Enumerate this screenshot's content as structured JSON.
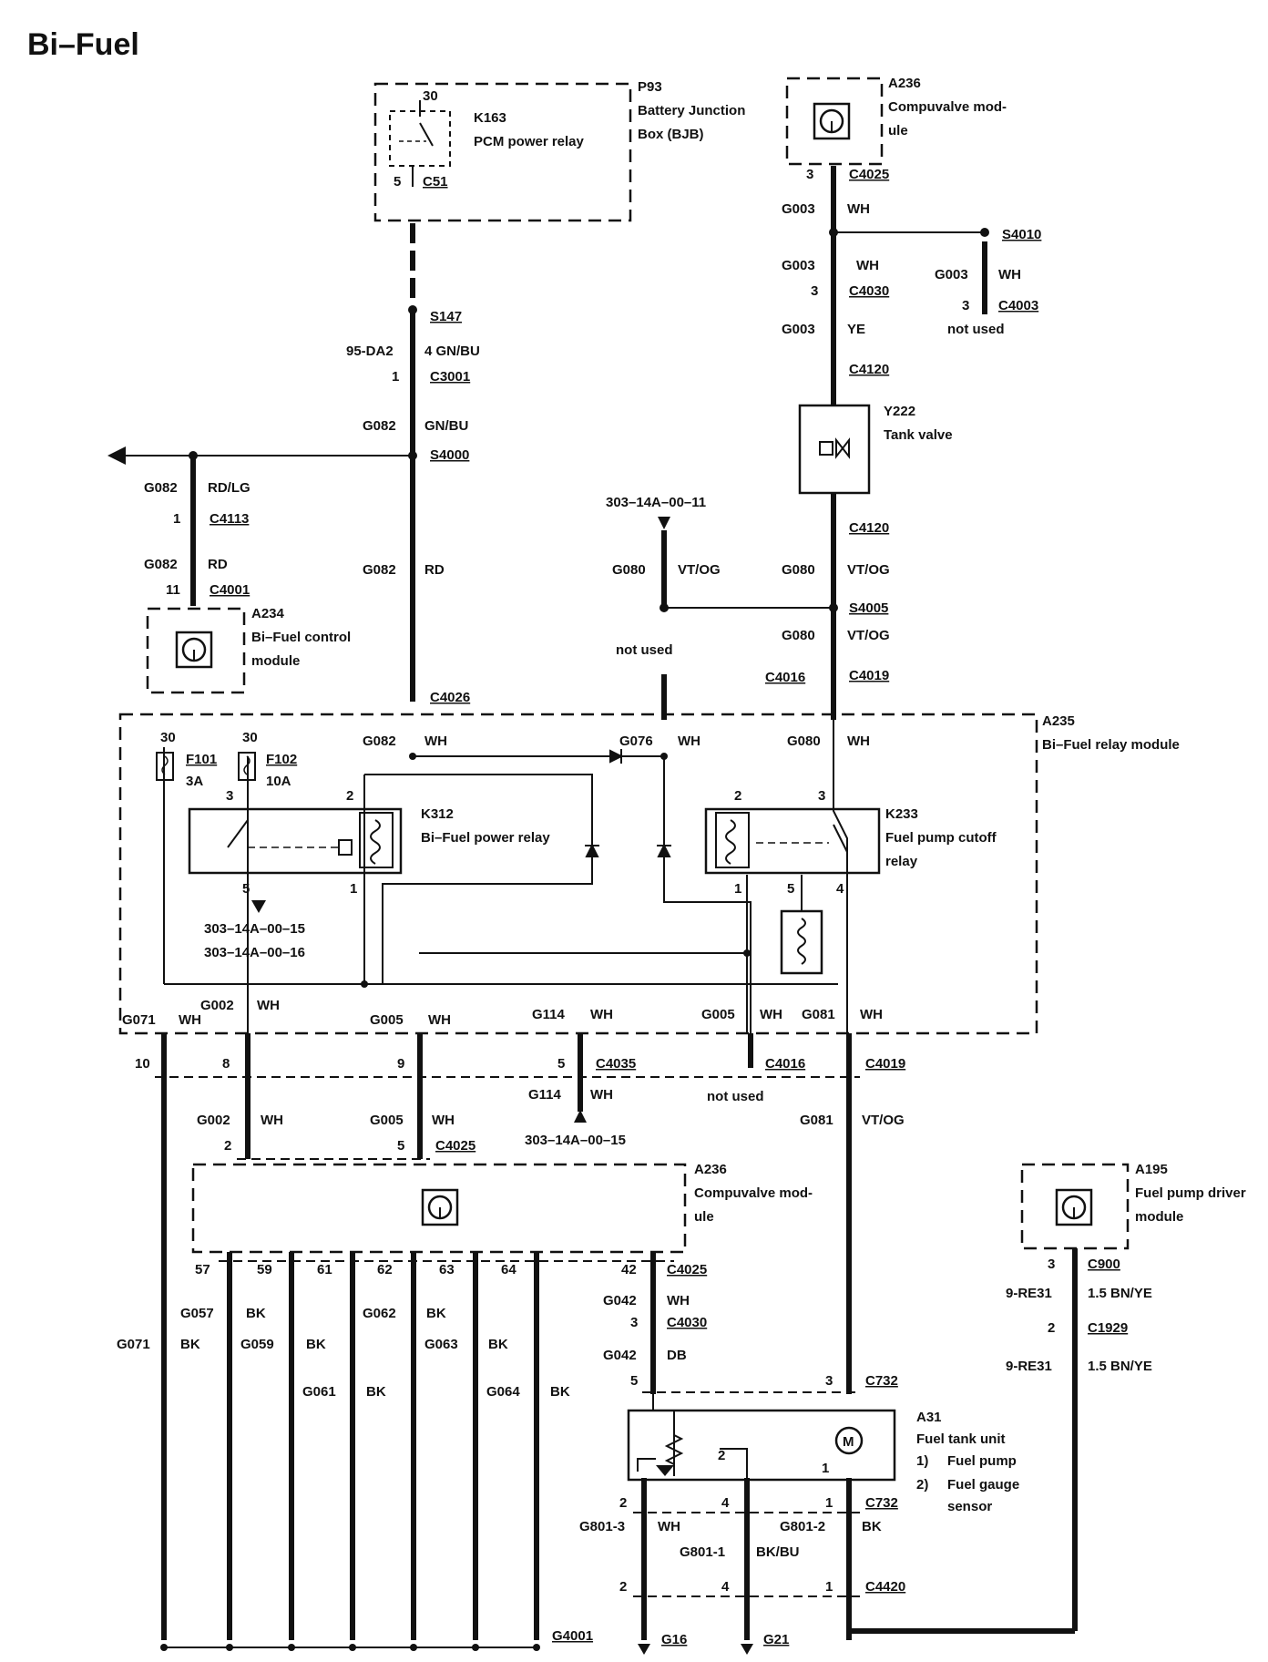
{
  "title": "Bi–Fuel",
  "components": {
    "p93": {
      "id": "P93",
      "name1": "Battery Junction",
      "name2": "Box (BJB)"
    },
    "k163": {
      "id": "K163",
      "name": "PCM power relay",
      "pin_in": "30",
      "pin_out": "5",
      "conn": "C51"
    },
    "a236_top": {
      "id": "A236",
      "name1": "Compuvalve mod-",
      "name2": "ule",
      "pin": "3",
      "conn": "C4025"
    },
    "y222": {
      "id": "Y222",
      "name": "Tank valve"
    },
    "a234": {
      "id": "A234",
      "name1": "Bi–Fuel control",
      "name2": "module"
    },
    "a235": {
      "id": "A235",
      "name": "Bi–Fuel relay module"
    },
    "k312": {
      "id": "K312",
      "name": "Bi–Fuel power relay"
    },
    "k233": {
      "id": "K233",
      "name1": "Fuel pump cutoff",
      "name2": "relay"
    },
    "f101": {
      "id": "F101",
      "rating": "3A",
      "pin": "30"
    },
    "f102": {
      "id": "F102",
      "rating": "10A",
      "pin": "30"
    },
    "a236_bottom": {
      "id": "A236",
      "name1": "Compuvalve mod-",
      "name2": "ule"
    },
    "a195": {
      "id": "A195",
      "name1": "Fuel pump driver",
      "name2": "module"
    },
    "a31": {
      "id": "A31",
      "name": "Fuel tank unit",
      "item1": "Fuel pump",
      "item2": "Fuel gauge",
      "item2b": "sensor",
      "n1": "1)",
      "n2": "2)",
      "motor": "M"
    }
  },
  "refs": {
    "r1": "303–14A–00–11",
    "r2": "303–14A–00–15",
    "r3": "303–14A–00–16",
    "r4": "303–14A–00–15"
  },
  "labels": {
    "not_used": "not used",
    "k312_p3": "3",
    "k312_p2": "2",
    "k312_p5": "5",
    "k312_p1": "1",
    "k233_p2": "2",
    "k233_p3": "3",
    "k233_p1": "1",
    "k233_p5": "5",
    "k233_p4": "4"
  },
  "top_right": {
    "g003a": "G003",
    "wh_a": "WH",
    "g003b": "G003",
    "wh_b": "WH",
    "c4030_pin": "3",
    "c4030": "C4030",
    "g003c": "G003",
    "ye": "YE",
    "c4120a": "C4120",
    "s4010": "S4010",
    "g003d": "G003",
    "wh_d": "WH",
    "c4003_pin": "3",
    "c4003": "C4003",
    "c4120b": "C4120",
    "g080a": "G080",
    "vtog_a": "VT/OG",
    "s4005": "S4005",
    "g080b": "G080",
    "vtog_b": "VT/OG",
    "c4016_top": "C4016",
    "c4019_top": "C4019",
    "g080_ref": "G080",
    "vtog_ref": "VT/OG"
  },
  "center_left": {
    "s147": "S147",
    "w95": "95-DA2",
    "gnbu4": "4 GN/BU",
    "c3001_pin": "1",
    "c3001": "C3001",
    "g082a": "G082",
    "gnbu": "GN/BU",
    "s4000": "S4000",
    "g082b": "G082",
    "rdlg": "RD/LG",
    "c4113_pin": "1",
    "c4113": "C4113",
    "g082c": "G082",
    "rd_c": "RD",
    "c4001_pin": "11",
    "c4001": "C4001",
    "g082d": "G082",
    "rd_d": "RD",
    "c4026": "C4026"
  },
  "relay_module": {
    "g082": "G082",
    "wh1": "WH",
    "g076": "G076",
    "wh2": "WH",
    "g080": "G080",
    "wh3": "WH",
    "g071": "G071",
    "wh4": "WH",
    "g002": "G002",
    "wh5": "WH",
    "g005a": "G005",
    "wh6": "WH",
    "g114": "G114",
    "wh7": "WH",
    "g005b": "G005",
    "wh8": "WH",
    "g081": "G081",
    "wh9": "WH"
  },
  "lower": {
    "p10": "10",
    "p8": "8",
    "p9": "9",
    "p5": "5",
    "c4035": "C4035",
    "c4016": "C4016",
    "c4019": "C4019",
    "g114": "G114",
    "wh_g114": "WH",
    "not_used": "not used",
    "g002": "G002",
    "wh_g002": "WH",
    "g005": "G005",
    "wh_g005": "WH",
    "pin2": "2",
    "pin5": "5",
    "c4025": "C4025",
    "g081": "G081",
    "vtog": "VT/OG",
    "pins": [
      "57",
      "59",
      "61",
      "62",
      "63",
      "64"
    ],
    "pin42": "42",
    "c4025b": "C4025",
    "g057": "G057",
    "bk57": "BK",
    "g062": "G062",
    "bk62": "BK",
    "g071": "G071",
    "bk71": "BK",
    "g059": "G059",
    "bk59": "BK",
    "g063": "G063",
    "bk63": "BK",
    "g061": "G061",
    "bk61": "BK",
    "g064": "G064",
    "bk64": "BK",
    "g042a": "G042",
    "wh42": "WH",
    "c4030_pin": "3",
    "c4030": "C4030",
    "g042b": "G042",
    "db": "DB",
    "pin5b": "5",
    "pin3": "3",
    "c732": "C732",
    "a31_pin2": "2",
    "a31_pin1": "1",
    "p2": "2",
    "p4": "4",
    "p1": "1",
    "c732b": "C732",
    "g801_3": "G801-3",
    "wh801": "WH",
    "g801_2": "G801-2",
    "bk801": "BK",
    "g801_1": "G801-1",
    "bkbu": "BK/BU",
    "q2": "2",
    "q4": "4",
    "q1": "1",
    "c4420": "C4420",
    "g4001": "G4001",
    "g16": "G16",
    "g21": "G21"
  },
  "right_lower": {
    "c900_pin": "3",
    "c900": "C900",
    "re31a": "9-RE31",
    "bnye_a": "1.5 BN/YE",
    "c1929_pin": "2",
    "c1929": "C1929",
    "re31b": "9-RE31",
    "bnye_b": "1.5 BN/YE"
  }
}
